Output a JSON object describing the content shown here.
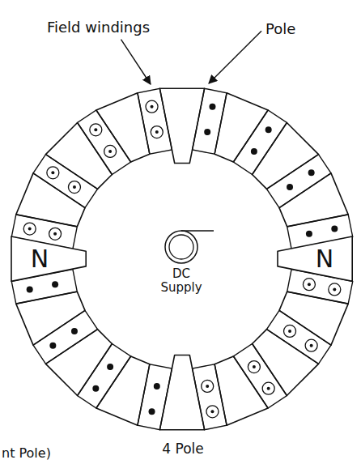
{
  "diagram": {
    "nodes": [
      {
        "text": [
          "N"
        ]
      },
      {
        "text": [
          "N"
        ]
      }
    ],
    "labels": [
      "Field windings",
      "Pole",
      "DC Supply",
      "4 Pole",
      "nt Pole)"
    ]
  }
}
